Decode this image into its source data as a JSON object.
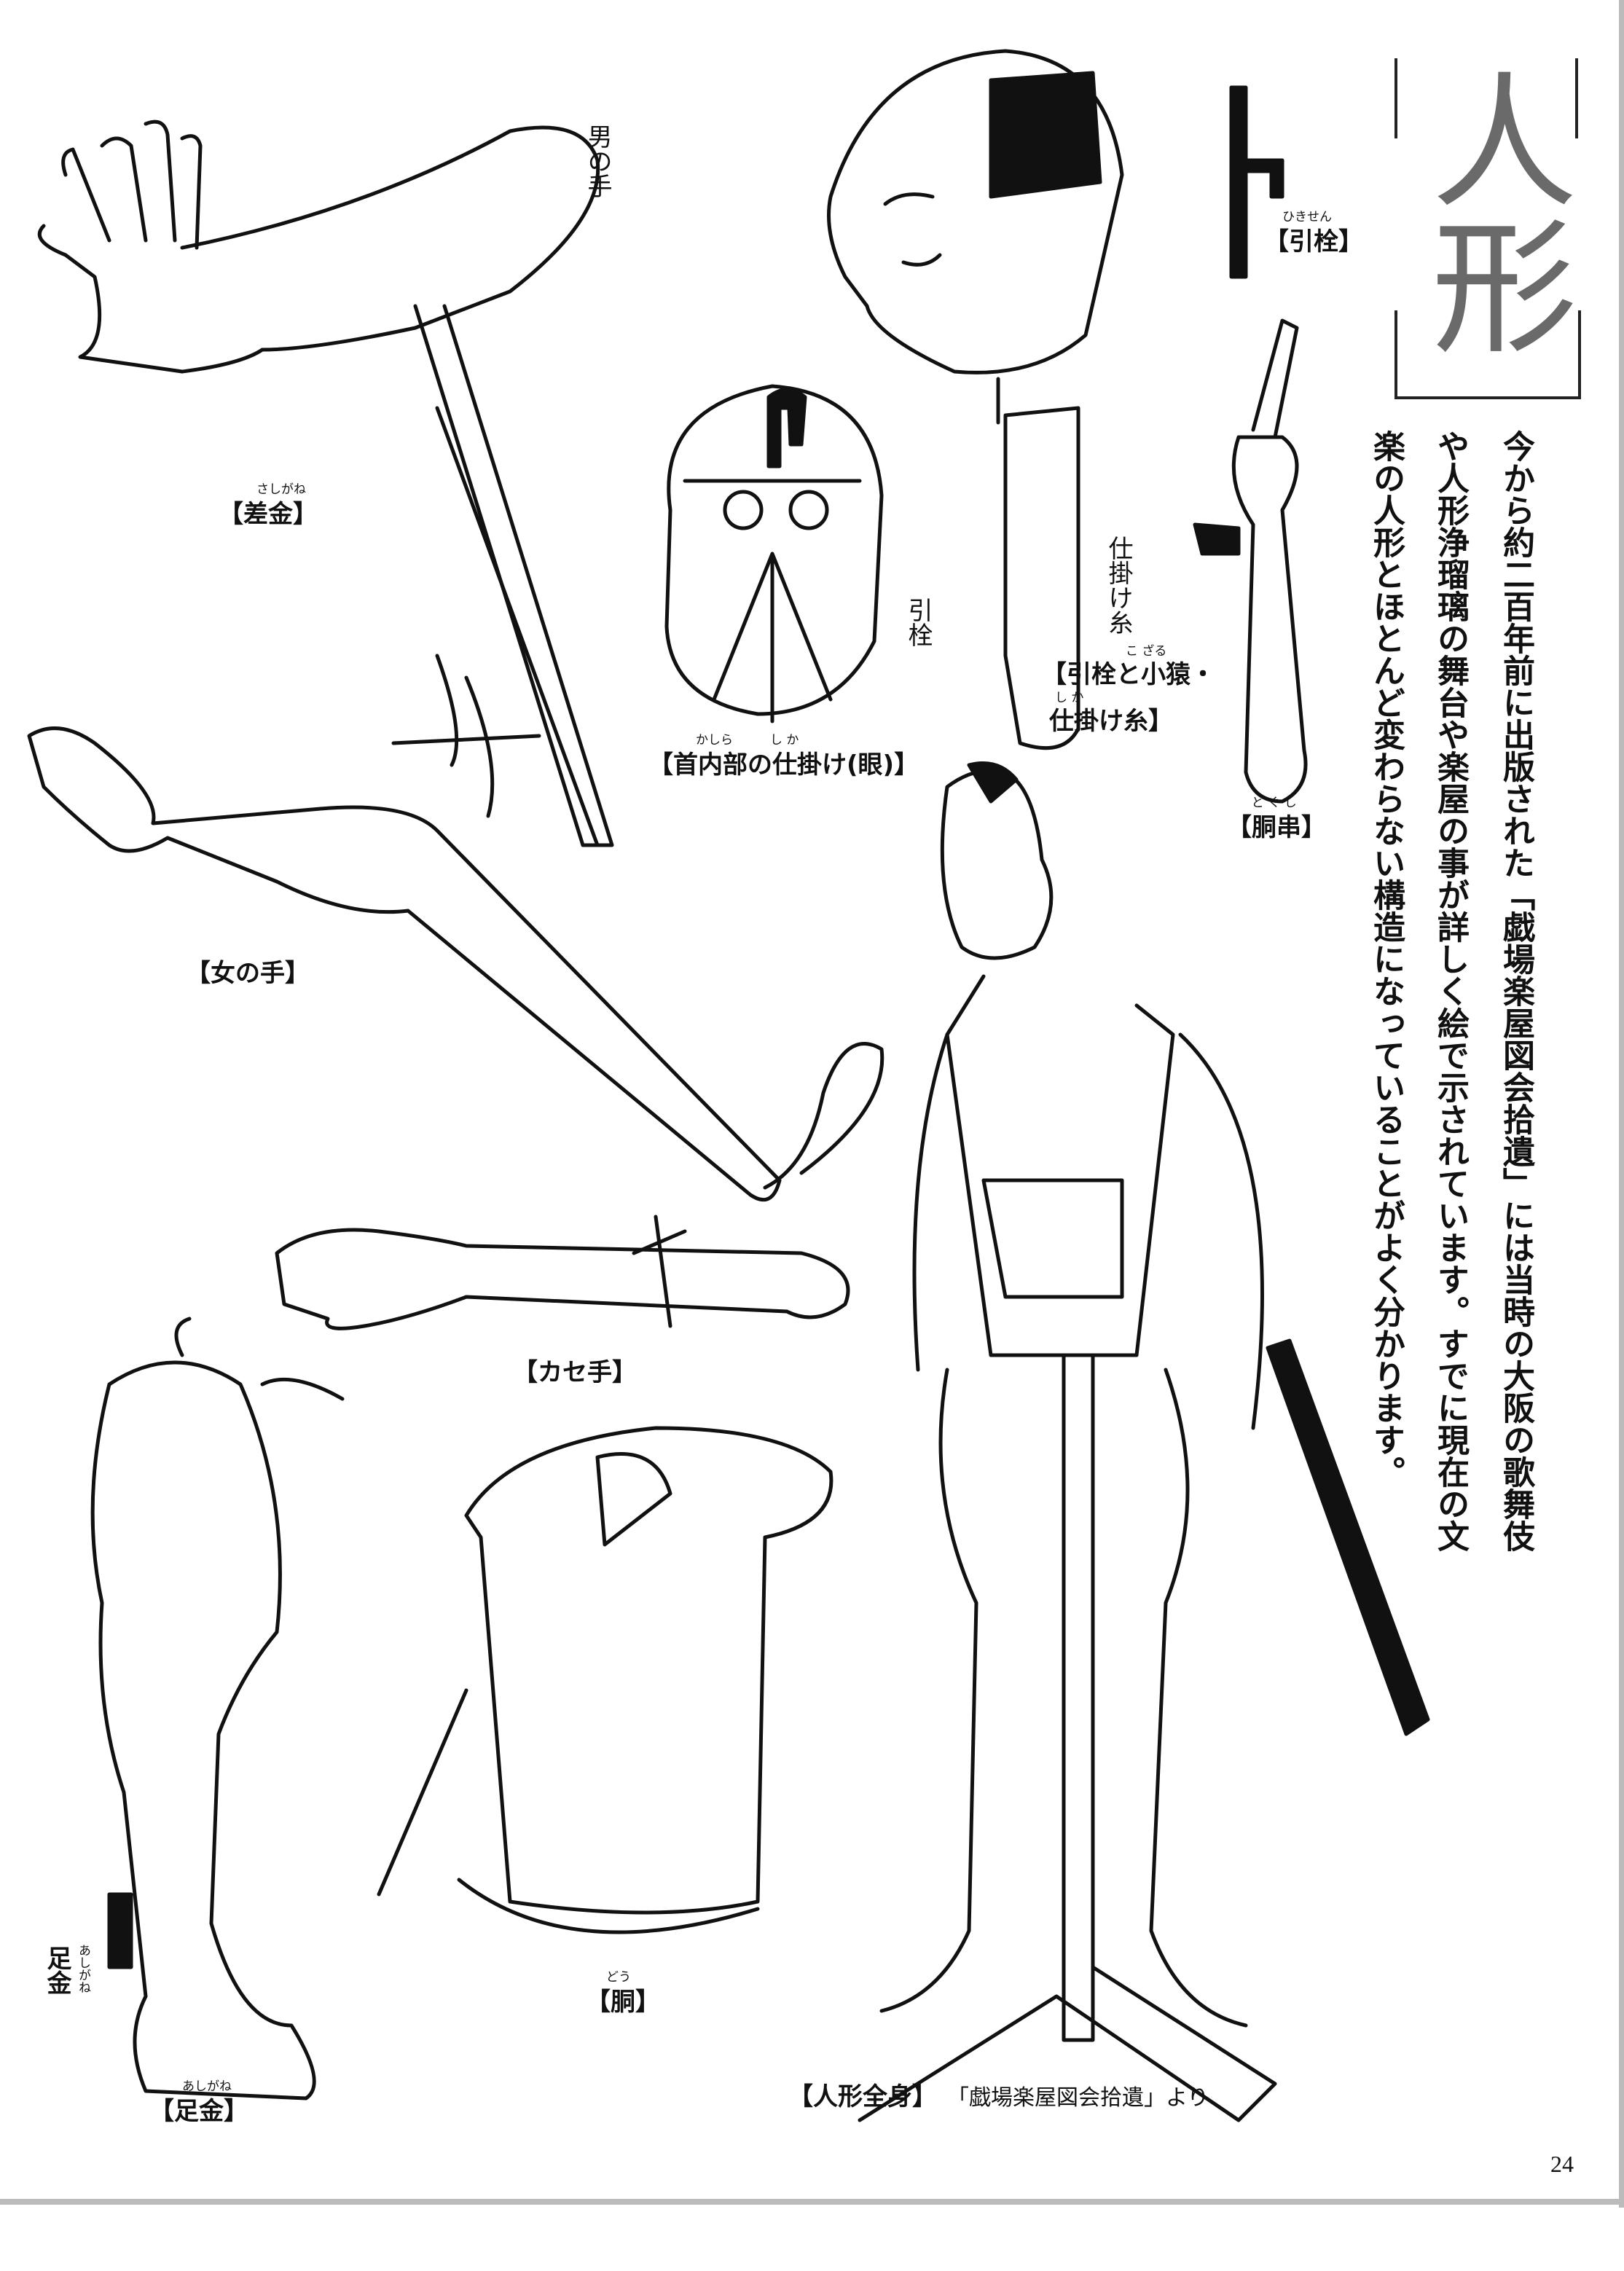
{
  "title": "人形",
  "body_columns": [
    "今から約二百年前に出版された「戯場楽屋図会拾遺」には当時の大阪の歌舞伎",
    "や人形浄瑠璃の舞台や楽屋の事が詳しく絵で示されています。すでに現在の文",
    "楽の人形とほとんど変わらない構造になっていることがよく分かります。"
  ],
  "labels": {
    "otoko_no_te": "男の手",
    "sashigane": "【差金】",
    "sashigane_ruby": "さしがね",
    "kashira": "【首内部の仕掛け(眼)】",
    "kashira_ruby": "かしら　　　し か",
    "hikisen": "【引栓】",
    "hikisen_ruby": "ひきせん",
    "shikakeito": "仕掛け糸",
    "hikisen_small": "引栓",
    "hikisen_kozaru_1": "【引栓と小猿・",
    "hikisen_kozaru_2": "仕掛け糸】",
    "kozaru_ruby": "こ ざる",
    "shika_ruby": "し か",
    "dogushi": "【胴串】",
    "dogushi_ruby": "ど ぐ し",
    "onna_no_te": "【女の手】",
    "kasede": "【カセ手】",
    "ashigane_small": "足金",
    "ashigane_small_ruby": "あしがね",
    "ashigane": "【足金】",
    "ashigane_ruby": "あしがね",
    "dou": "【胴】",
    "dou_ruby": "どう",
    "zenshin": "【人形全身】",
    "zenshin_source": "「戯場楽屋図会拾遺」より"
  },
  "page_number": "24"
}
